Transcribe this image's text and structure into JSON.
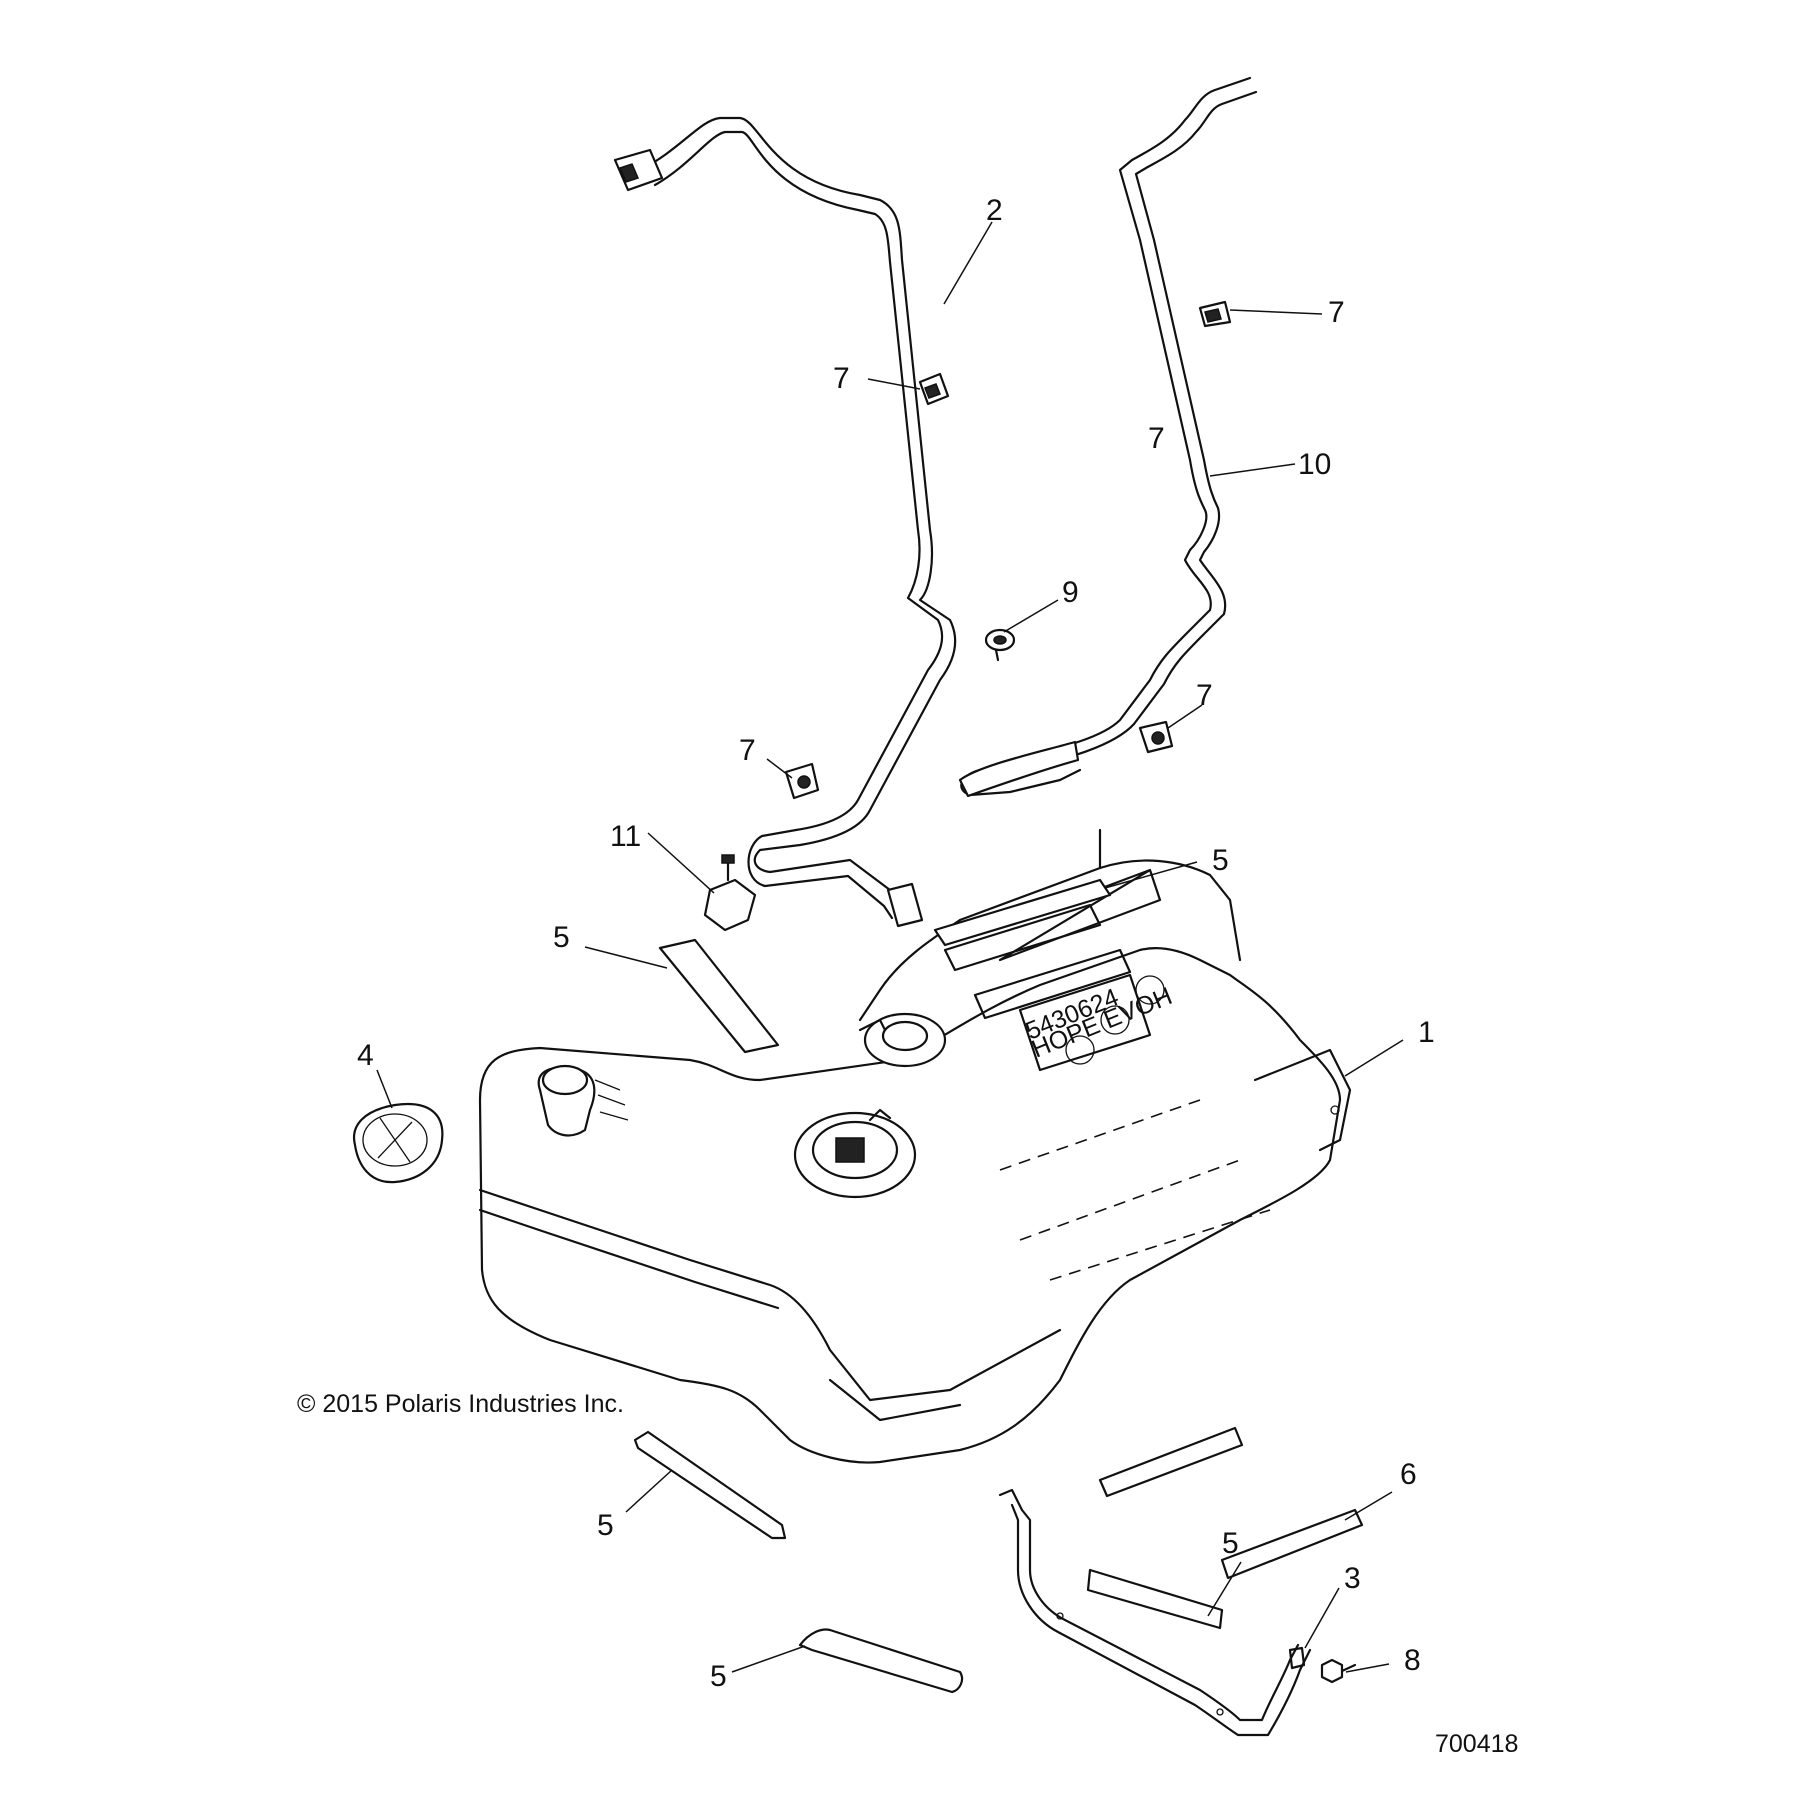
{
  "diagram": {
    "copyright": "© 2015 Polaris Industries Inc.",
    "figure_number": "700418",
    "callouts": [
      {
        "id": "c1",
        "label": "1"
      },
      {
        "id": "c2",
        "label": "2"
      },
      {
        "id": "c3",
        "label": "3"
      },
      {
        "id": "c4",
        "label": "4"
      },
      {
        "id": "c5a",
        "label": "5"
      },
      {
        "id": "c5b",
        "label": "5"
      },
      {
        "id": "c5c",
        "label": "5"
      },
      {
        "id": "c5d",
        "label": "5"
      },
      {
        "id": "c5e",
        "label": "5"
      },
      {
        "id": "c6",
        "label": "6"
      },
      {
        "id": "c7a",
        "label": "7"
      },
      {
        "id": "c7b",
        "label": "7"
      },
      {
        "id": "c7c",
        "label": "7"
      },
      {
        "id": "c7d",
        "label": "7"
      },
      {
        "id": "c7e",
        "label": "7"
      },
      {
        "id": "c8",
        "label": "8"
      },
      {
        "id": "c9",
        "label": "9"
      },
      {
        "id": "c10",
        "label": "10"
      },
      {
        "id": "c11",
        "label": "11"
      }
    ],
    "tank_label_lines": [
      "5430624",
      "HOPE EVOH"
    ]
  }
}
